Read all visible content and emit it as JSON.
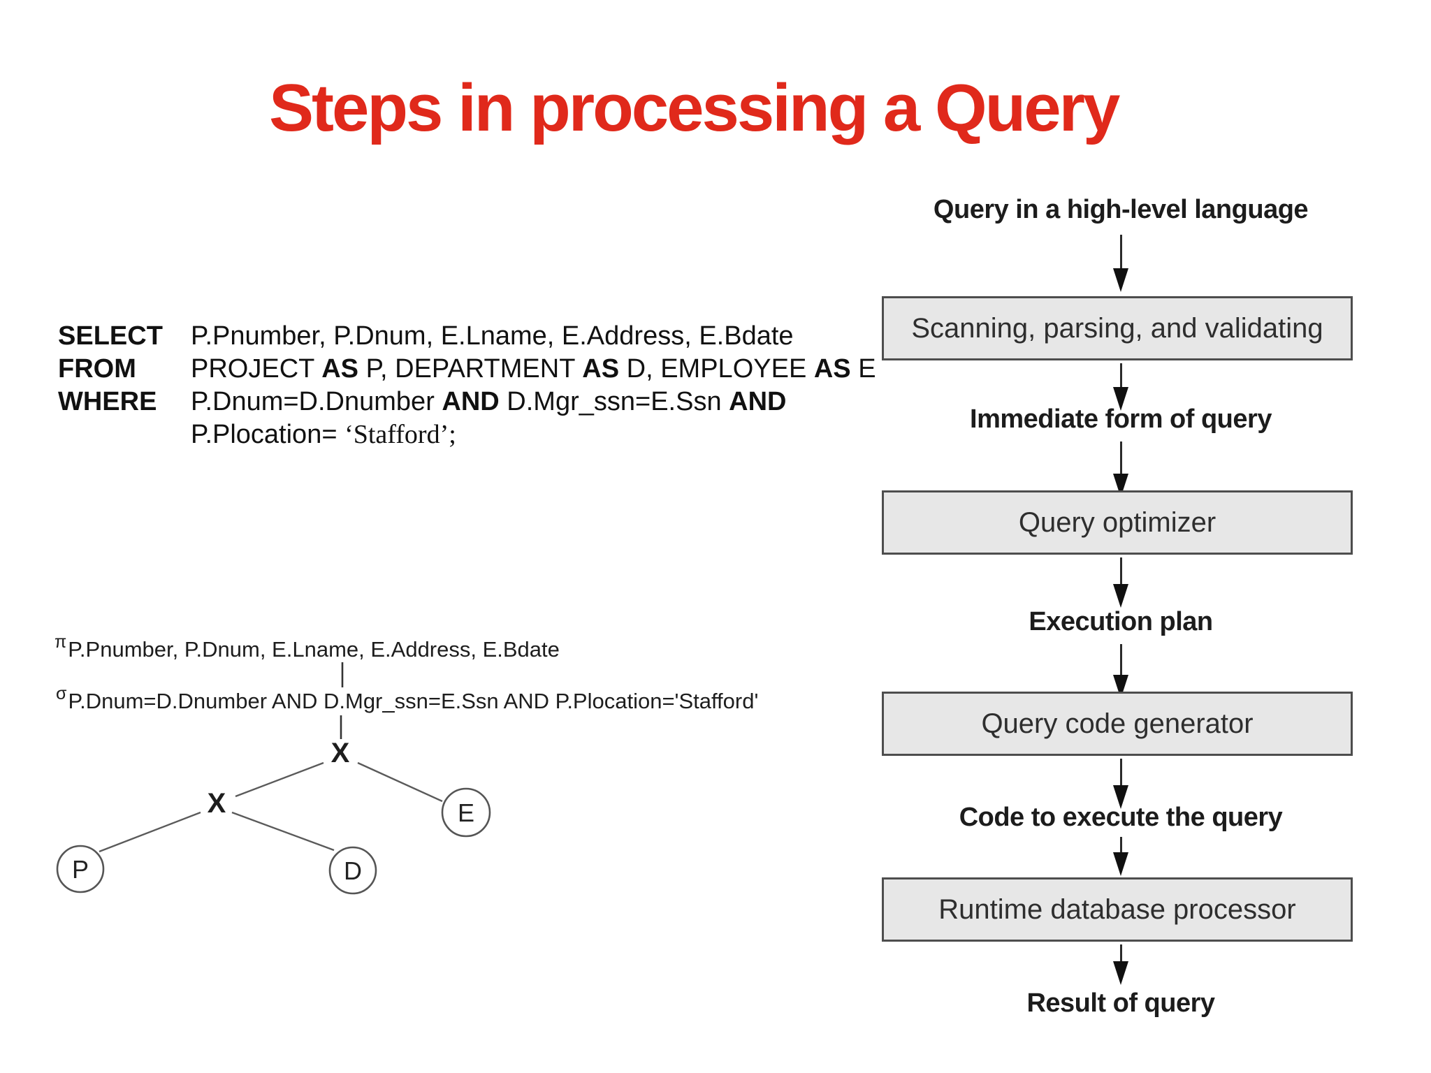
{
  "title": "Steps in processing a Query",
  "colors": {
    "title_red": "#e0291b",
    "box_fill": "#e7e7e7",
    "box_border": "#4d4d4d"
  },
  "sql": {
    "kw_select": "SELECT",
    "select_args": "P.Pnumber, P.Dnum, E.Lname, E.Address, E.Bdate",
    "kw_from": "FROM",
    "from_parts": [
      "PROJECT ",
      "AS",
      " P, DEPARTMENT ",
      "AS",
      " D, EMPLOYEE ",
      "AS",
      " E"
    ],
    "kw_where": "WHERE",
    "where_parts": [
      "P.Dnum=D.Dnumber ",
      "AND",
      " D.Mgr_ssn=E.Ssn ",
      "AND"
    ],
    "where2_pre": "P.Plocation= ",
    "where2_str": "‘Stafford’;"
  },
  "algebra": {
    "pi": "π",
    "pi_args": "P.Pnumber, P.Dnum, E.Lname, E.Address, E.Bdate",
    "sigma": "σ",
    "sigma_args": "P.Dnum=D.Dnumber AND D.Mgr_ssn=E.Ssn AND P.Plocation='Stafford'"
  },
  "tree": {
    "nodes": [
      {
        "id": "join-top",
        "label": "X"
      },
      {
        "id": "join-lower",
        "label": "X"
      },
      {
        "id": "leaf-e",
        "label": "E"
      },
      {
        "id": "leaf-p",
        "label": "P"
      },
      {
        "id": "leaf-d",
        "label": "D"
      }
    ]
  },
  "flowchart": {
    "steps": [
      {
        "kind": "label",
        "text": "Query in a high-level language"
      },
      {
        "kind": "box",
        "text": "Scanning, parsing, and validating"
      },
      {
        "kind": "label",
        "text": "Immediate form of query"
      },
      {
        "kind": "box",
        "text": "Query optimizer"
      },
      {
        "kind": "label",
        "text": "Execution plan"
      },
      {
        "kind": "box",
        "text": "Query code generator"
      },
      {
        "kind": "label",
        "text": "Code to execute the query"
      },
      {
        "kind": "box",
        "text": "Runtime database processor"
      },
      {
        "kind": "label",
        "text": "Result of query"
      }
    ]
  }
}
